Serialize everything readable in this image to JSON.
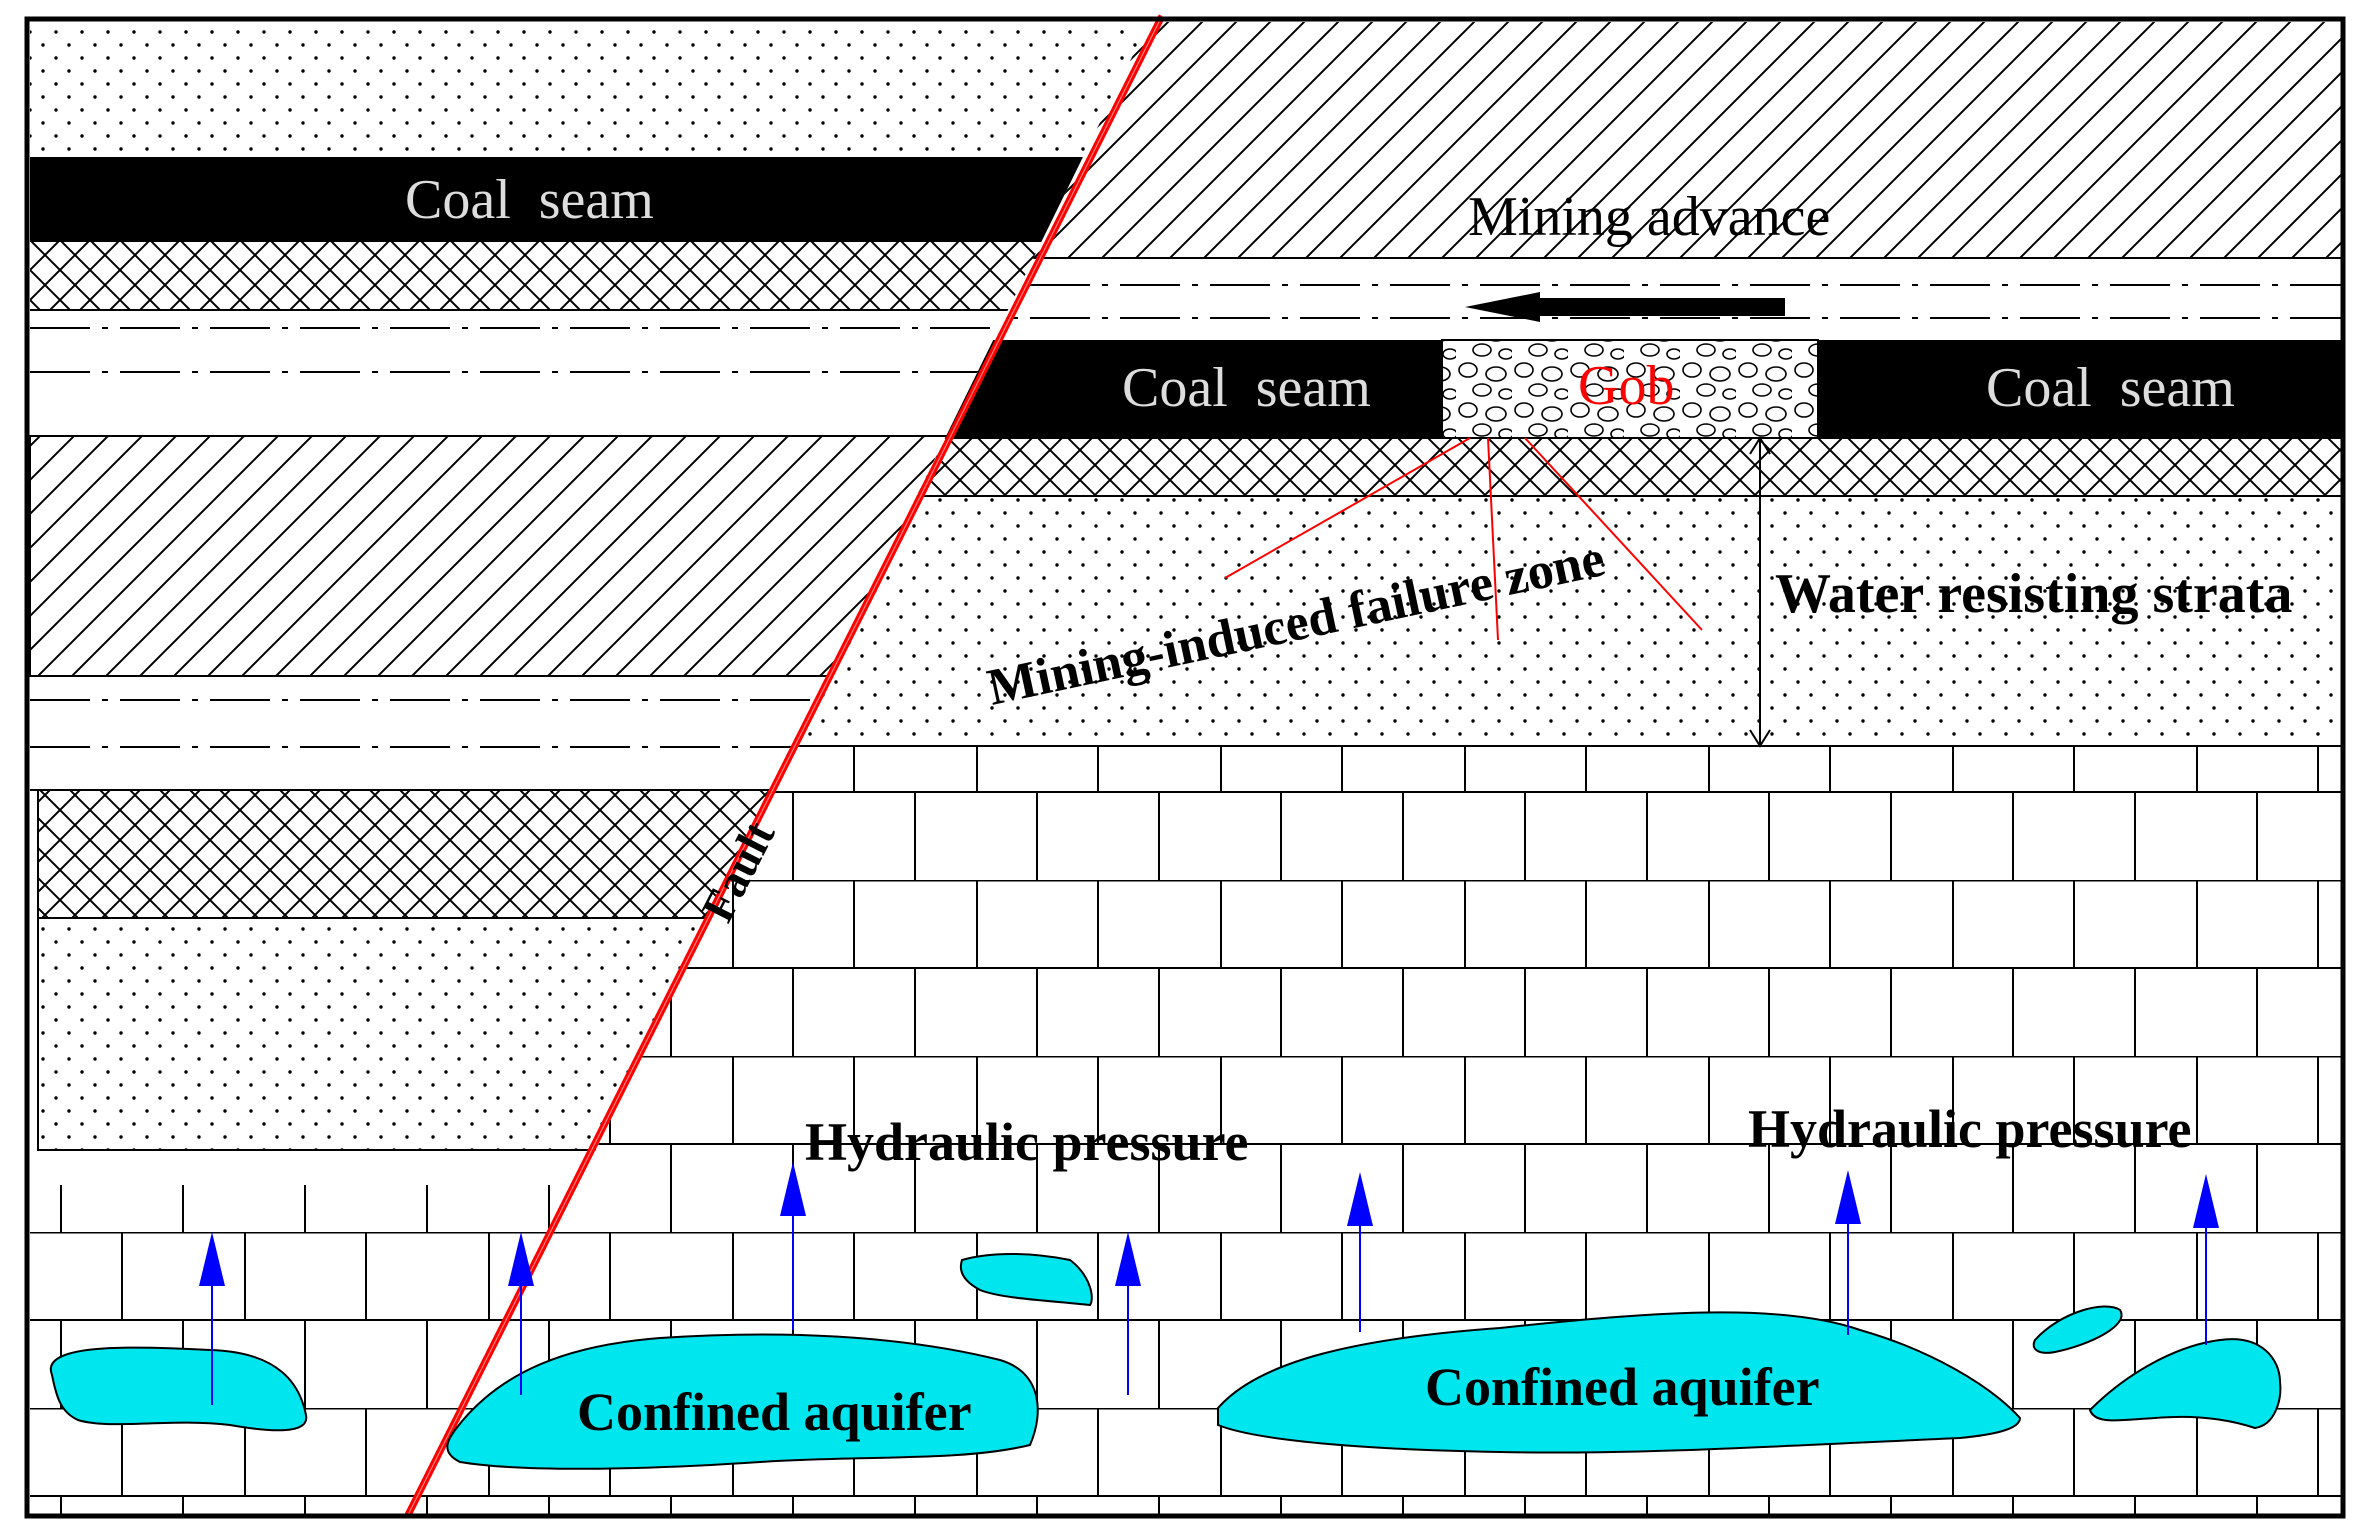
{
  "labels": {
    "coal_seam_left": "Coal  seam",
    "coal_seam_mid": "Coal  seam",
    "coal_seam_right": "Coal  seam",
    "mining_advance": "Mining advance",
    "gob": "Gob",
    "failure_zone": "Mining-induced failure zone",
    "water_resisting": "Water resisting strata",
    "fault": "Fault",
    "hydraulic_pressure_left": "Hydraulic pressure",
    "hydraulic_pressure_right": "Hydraulic pressure",
    "aquifer_left": "Confined aquifer",
    "aquifer_right": "Confined aquifer"
  },
  "colors": {
    "fault": "#ff0000",
    "aquifer_fill": "#00e6ee",
    "arrow": "#0000ff",
    "coal": "#000000",
    "coal_text": "#dddddd",
    "gob_text": "#ff0000",
    "failure_lines": "#ff0000"
  }
}
